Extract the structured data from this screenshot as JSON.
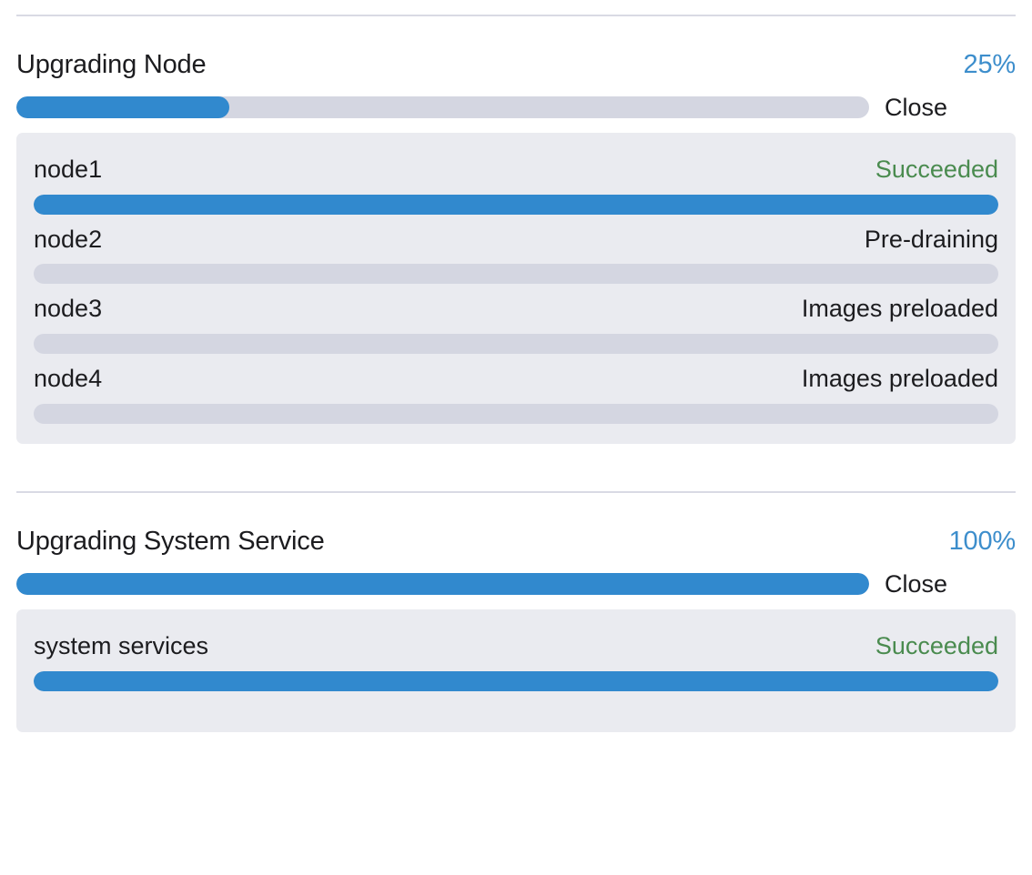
{
  "tasks": [
    {
      "title": "Upgrading Node",
      "percent_label": "25%",
      "percent_value": 25,
      "close_label": "Close",
      "items": [
        {
          "name": "node1",
          "status": "Succeeded",
          "status_kind": "succeeded",
          "progress": 100
        },
        {
          "name": "node2",
          "status": "Pre-draining",
          "status_kind": "normal",
          "progress": 0
        },
        {
          "name": "node3",
          "status": "Images preloaded",
          "status_kind": "normal",
          "progress": 0
        },
        {
          "name": "node4",
          "status": "Images preloaded",
          "status_kind": "normal",
          "progress": 0
        }
      ]
    },
    {
      "title": "Upgrading System Service",
      "percent_label": "100%",
      "percent_value": 100,
      "close_label": "Close",
      "items": [
        {
          "name": "system services",
          "status": "Succeeded",
          "status_kind": "succeeded",
          "progress": 100
        }
      ]
    }
  ],
  "colors": {
    "accent_blue": "#3189ce",
    "percent_blue": "#3d8ecc",
    "success_green": "#4a8b4f",
    "track_gray": "#d4d6e1",
    "panel_gray": "#eaebf0",
    "divider_gray": "#d9dae4",
    "text_dark": "#1c1c1f"
  }
}
